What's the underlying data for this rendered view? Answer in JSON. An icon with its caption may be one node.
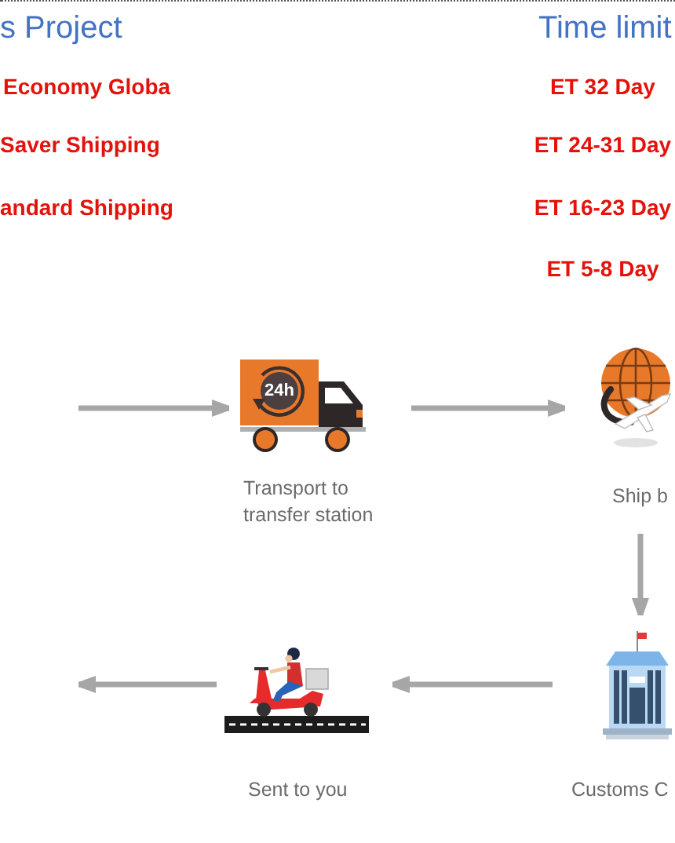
{
  "diagram": {
    "nodes": [
      {
        "text": [
          "24h",
          "Transport to transfer station"
        ]
      },
      {
        "text": [
          "Ship b"
        ]
      },
      {
        "text": [
          "Customs C"
        ]
      },
      {
        "text": [
          "Sent to you"
        ]
      }
    ],
    "edges": [
      {
        "from": null,
        "to": 0,
        "arrow": "to"
      },
      {
        "from": 0,
        "to": 1,
        "arrow": "to"
      },
      {
        "from": 1,
        "to": 2,
        "arrow": "to"
      },
      {
        "from": 2,
        "to": 3,
        "arrow": "to"
      },
      {
        "from": 3,
        "to": null,
        "arrow": "to"
      }
    ],
    "labels": [
      "s Project",
      "Time limit",
      "Economy Globa",
      "ET 32 Day",
      "Saver Shipping",
      "ET 24-31 Day",
      "andard Shipping",
      "ET 16-23 Day",
      "ET 5-8 Day"
    ]
  }
}
